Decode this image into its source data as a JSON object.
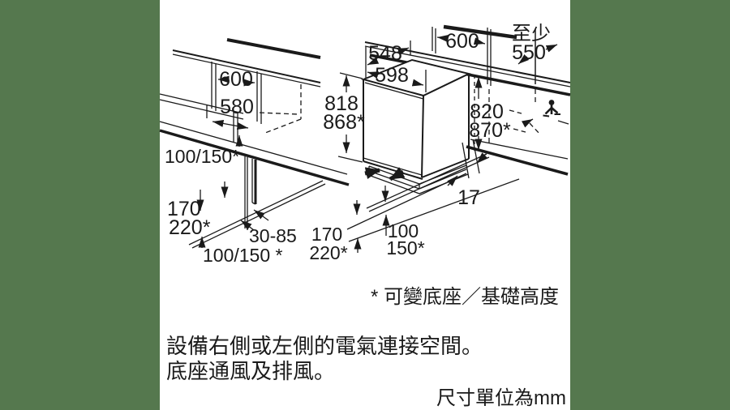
{
  "colors": {
    "frame": "#55784E",
    "canvas": "#ffffff",
    "line": "#1a1a1a"
  },
  "labels": {
    "left_view": {
      "niche_width": "600",
      "clear_width": "580",
      "plinth_height_top": "100/150*",
      "base_height_1": "170",
      "base_height_2": "220*",
      "plinth_adjust_range": "30-85",
      "plinth_height_bottom": "100/150 *"
    },
    "right_view": {
      "depth_top": "548",
      "front_width": "598",
      "niche_width": "600",
      "min_clearance_prefix": "至少",
      "min_clearance_value": "550",
      "appliance_height_min": "818",
      "appliance_height_max": "868*",
      "niche_height_min": "820",
      "niche_height_max": "870*",
      "rear_gap": "17",
      "plinth_height_1": "100",
      "plinth_height_2": "150*",
      "base_height_1": "170",
      "base_height_2": "220*"
    },
    "notes": {
      "footnote": "* 可變底座／基礎高度",
      "note_line_1": "設備右側或左側的電氣連接空間。",
      "note_line_2": "底座通風及排風。",
      "units": "尺寸單位為mm"
    },
    "icons": {
      "plug": "power-plug-icon"
    }
  }
}
